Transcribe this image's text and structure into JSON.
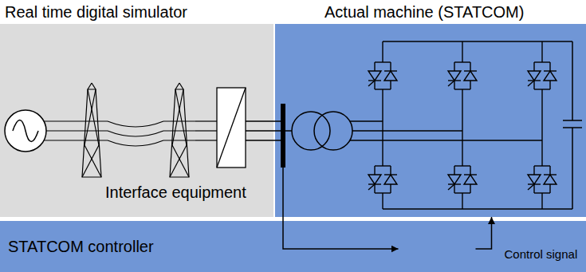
{
  "diagram": {
    "nodes": [
      {
        "text": [
          "Real time digital simulator"
        ]
      },
      {
        "text": [
          "Actual machine (STATCOM)"
        ]
      },
      {
        "text": [
          "STATCOM controller"
        ]
      },
      {
        "text": [
          "controller"
        ],
        "in": 2
      }
    ],
    "edges": [
      {
        "from": 1,
        "to": 3,
        "arrow": "to"
      },
      {
        "from": 3,
        "to": 1,
        "arrow": "to",
        "label": "Control signal"
      }
    ],
    "labels": [
      "Interface equipment"
    ]
  }
}
